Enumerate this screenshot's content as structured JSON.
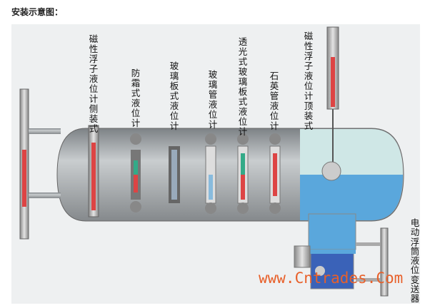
{
  "title": "安装示意图：",
  "labels": {
    "side_magnetic": "磁性浮子液位计侧装式",
    "antifrost": "防霜式液位计",
    "glass_plate": "玻璃板式液位计",
    "glass_tube": "玻璃管液位计",
    "transparent_plate": "透光式玻璃板式液位计",
    "quartz_tube": "石英管液位计",
    "top_magnetic": "磁性浮子液位计顶装式",
    "displacer": "电动浮筒液位变送器"
  },
  "watermark": "www.Cntrades.Com",
  "colors": {
    "vessel": "#9ea3a6",
    "liquid": "#5aa7dc",
    "liquid_dark": "#3a62b8",
    "gas": "#cfe7e6",
    "watermark": "#e8602a"
  }
}
